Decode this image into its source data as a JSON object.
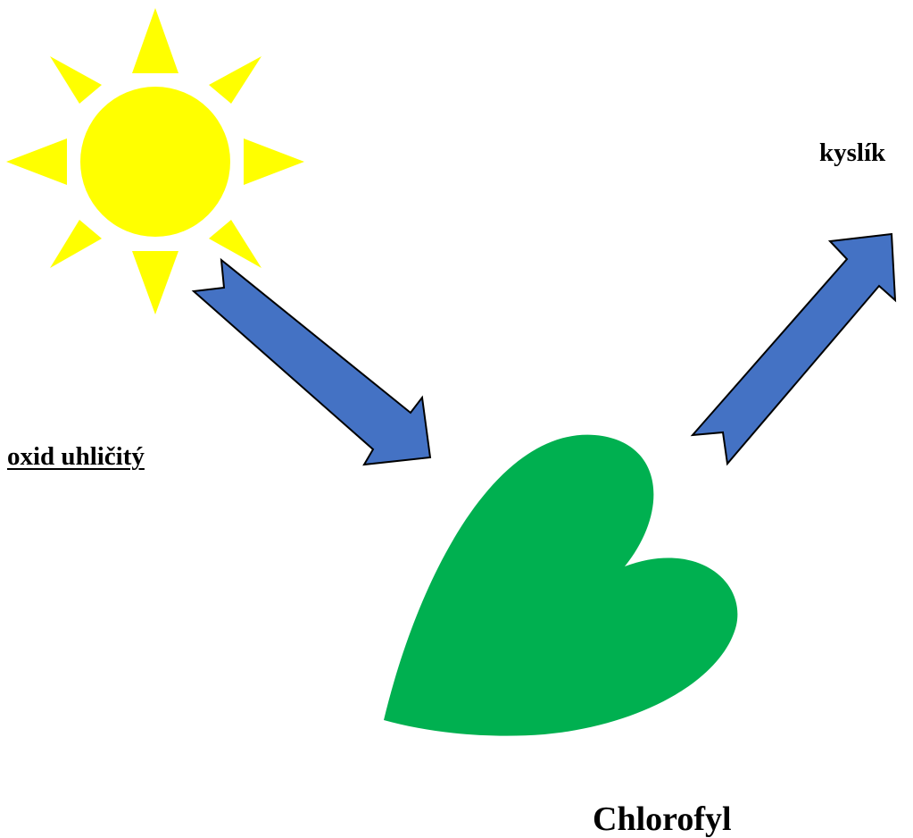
{
  "labels": {
    "carbon_dioxide": "oxid uhličitý",
    "oxygen": "kyslík",
    "chlorophyll": "Chlorofyl"
  },
  "colors": {
    "sun": "#FFFF00",
    "arrow_fill": "#4472C4",
    "arrow_stroke": "#000000",
    "leaf": "#00B050",
    "text": "#000000",
    "background": "#FFFFFF"
  },
  "icons": {
    "sun": "sun-icon",
    "leaf": "leaf-icon",
    "arrow_in": "arrow-icon",
    "arrow_out": "arrow-icon"
  }
}
